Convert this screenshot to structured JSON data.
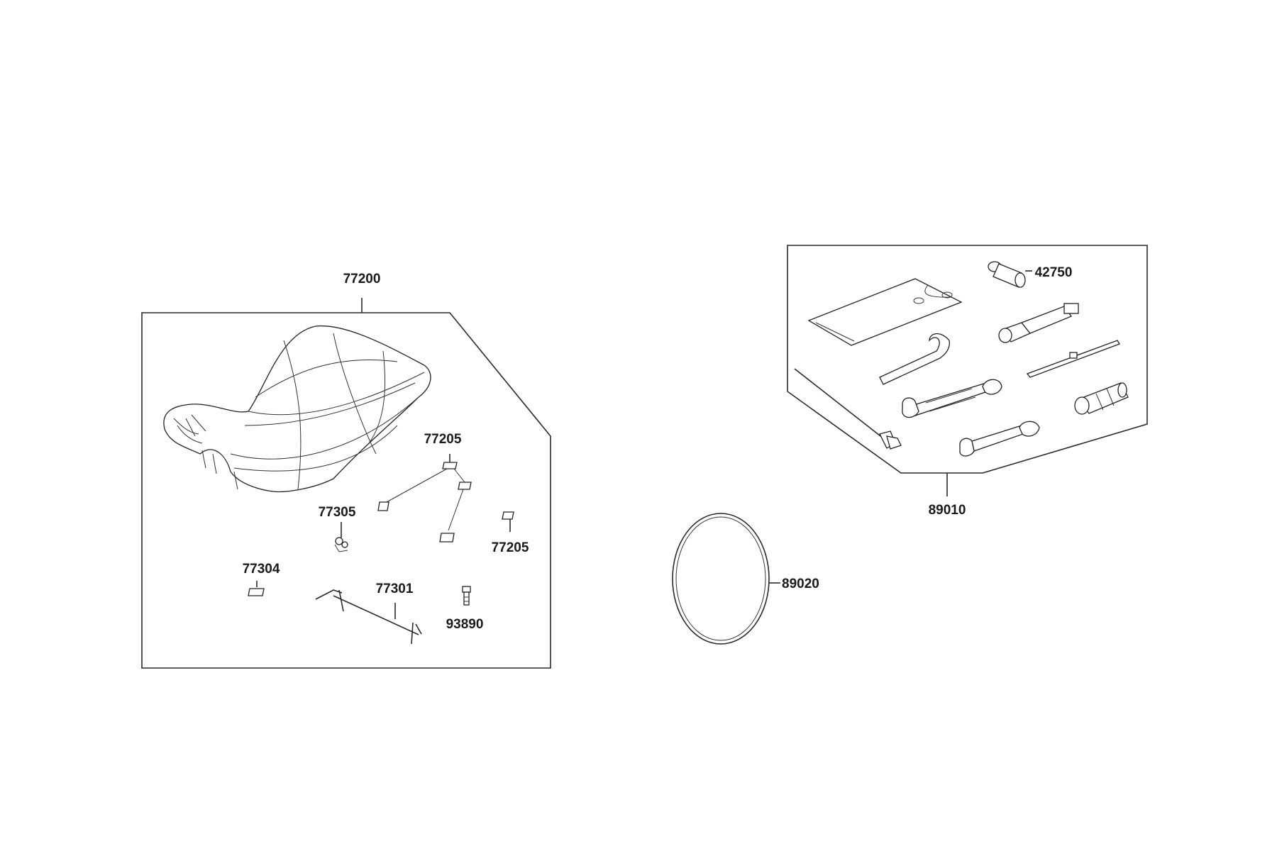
{
  "parts": [
    {
      "id": "seat-assembly",
      "number": "77200"
    },
    {
      "id": "seat-hook-upper",
      "number": "77205"
    },
    {
      "id": "seat-lock-spring",
      "number": "77305"
    },
    {
      "id": "seat-hook-right",
      "number": "77205"
    },
    {
      "id": "seat-bracket",
      "number": "77304"
    },
    {
      "id": "seat-lock-rod",
      "number": "77301"
    },
    {
      "id": "bolt",
      "number": "93890"
    },
    {
      "id": "spark-plug-socket",
      "number": "42750"
    },
    {
      "id": "tool-kit",
      "number": "89010"
    },
    {
      "id": "o-ring-belt",
      "number": "89020"
    }
  ]
}
